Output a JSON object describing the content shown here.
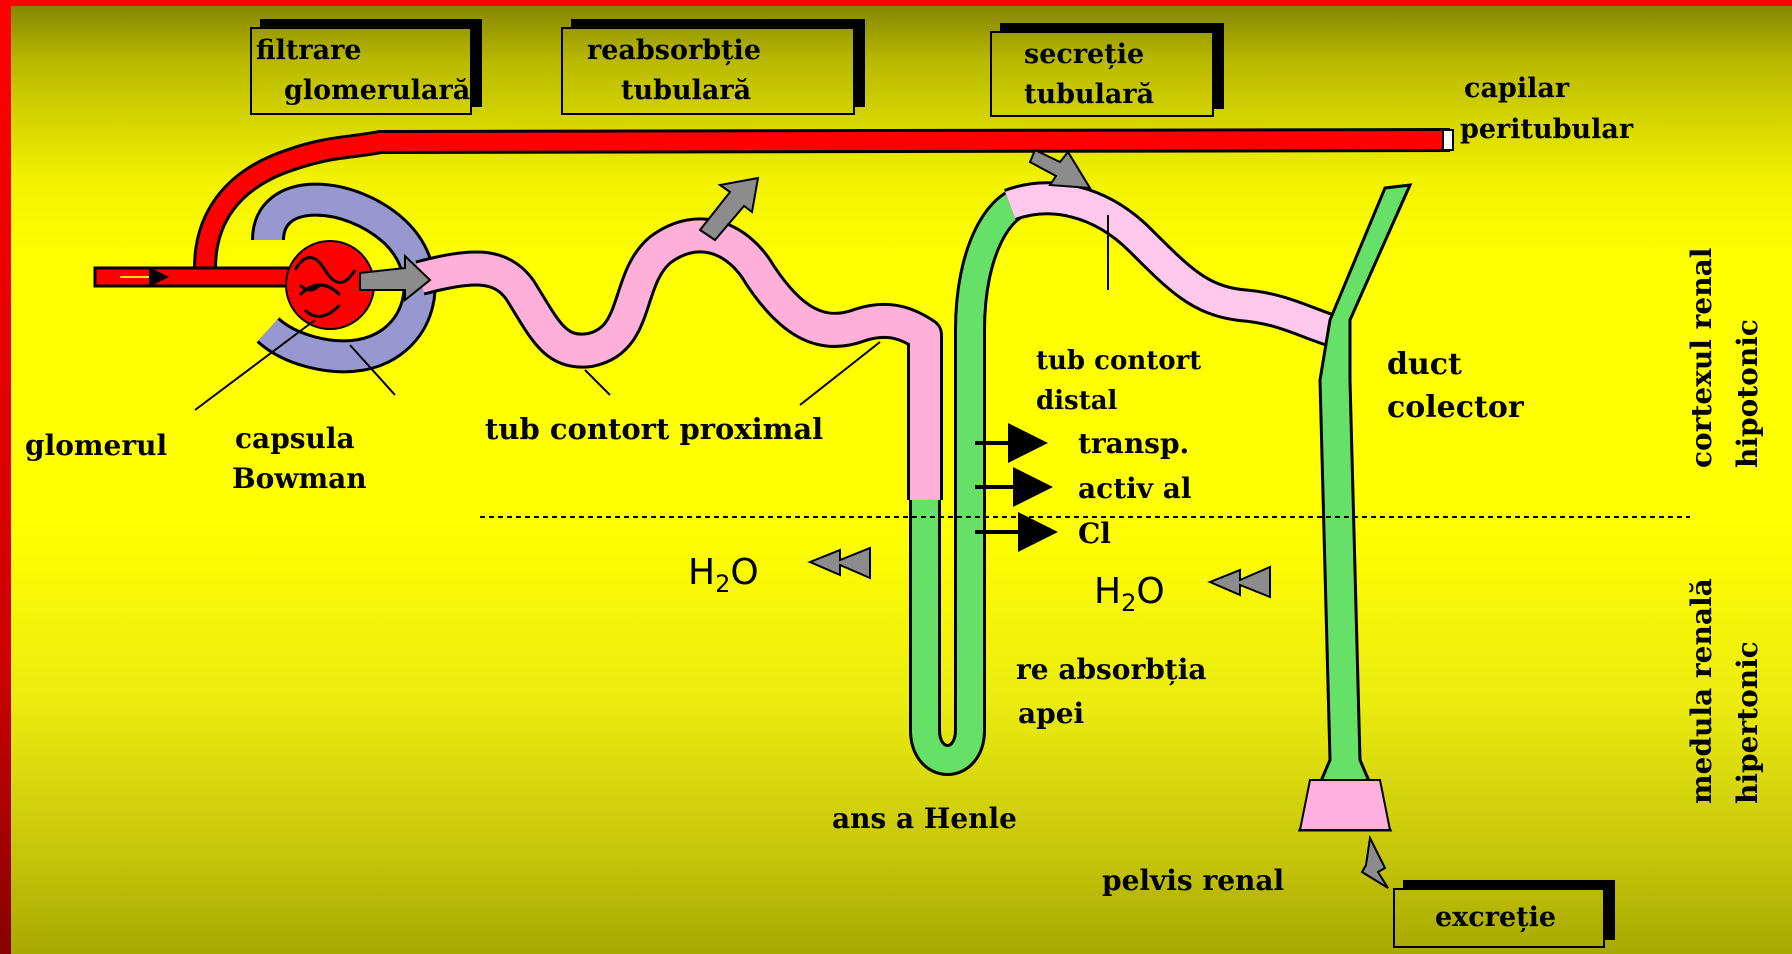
{
  "process_boxes": {
    "filtration": {
      "line1": "filtrare",
      "line2": "glomerulară"
    },
    "reabsorption": {
      "line1": "reabsorbție",
      "line2": "tubulară"
    },
    "secretion": {
      "line1": "secreție",
      "line2": "tubulară"
    },
    "excretion": {
      "line1": "excreție"
    }
  },
  "labels": {
    "capillary_line1": "capilar",
    "capillary_line2": "peritubular",
    "glomerulus": "glomerul",
    "bowman_line1": "capsula",
    "bowman_line2": "Bowman",
    "proximal_tubule": "tub contort proximal",
    "distal_line1": "tub contort",
    "distal_line2": "distal",
    "transport_line1": "transp.",
    "transport_line2": "activ al",
    "transport_line3": "Cl",
    "collecting_line1": "duct",
    "collecting_line2": "colector",
    "water_left_main": "H",
    "water_left_sub": "2",
    "water_left_tail": "O",
    "water_right_main": "H",
    "water_right_sub": "2",
    "water_right_tail": "O",
    "water_reabs_line1": "re absorbția",
    "water_reabs_line2": "apei",
    "henle": "ans a Henle",
    "pelvis": "pelvis renal"
  },
  "zones": {
    "cortex_line1": "cortexul renal",
    "cortex_line2": "hipotonic",
    "medulla_line1": "medula renală",
    "medulla_line2": "hipertonic"
  },
  "colors": {
    "blood": "#ff0000",
    "tubule_pink": "#ffb0d8",
    "loop_green": "#66e066",
    "capsule_purple": "#9898d0",
    "arrow_gray": "#8c8c8c",
    "background": "#ffff00",
    "frame": "#c00000"
  }
}
